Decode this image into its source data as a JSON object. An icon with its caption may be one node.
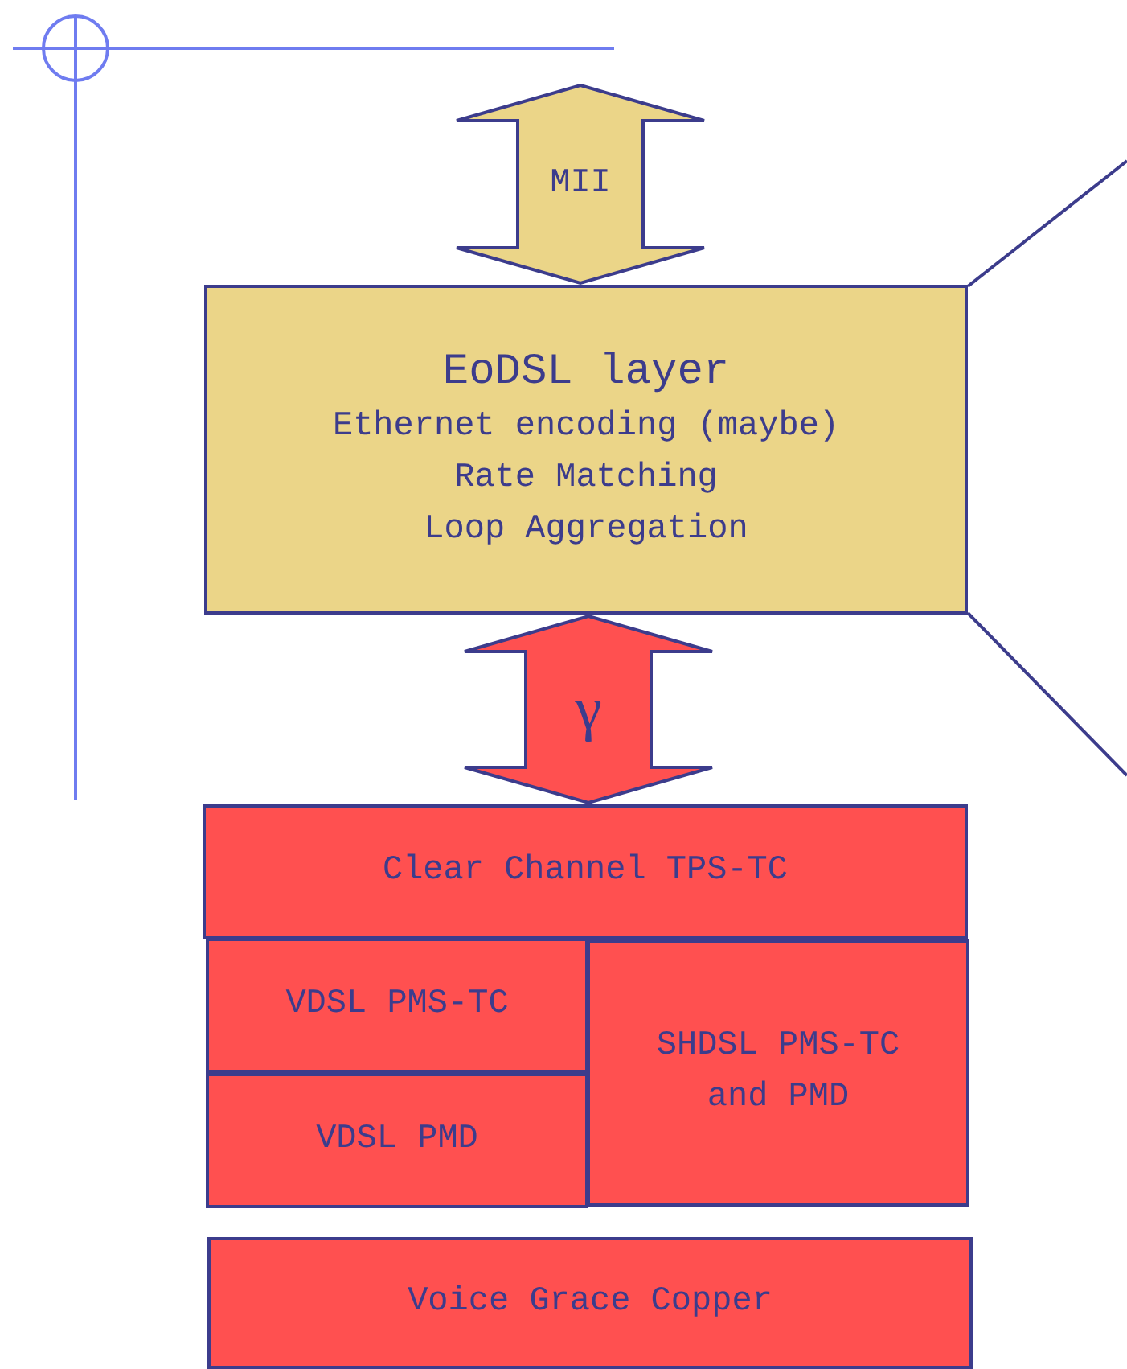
{
  "diagram": {
    "nodes": [
      {
        "text": [
          "EoDSL layer",
          "Ethernet encoding (maybe)",
          "Rate Matching",
          "Loop Aggregation"
        ]
      },
      {
        "text": [
          "Clear Channel TPS-TC"
        ]
      },
      {
        "text": [
          "VDSL PMS-TC"
        ]
      },
      {
        "text": [
          "VDSL PMD"
        ]
      },
      {
        "text": [
          "SHDSL PMS-TC and PMD"
        ]
      },
      {
        "text": [
          "Voice Grace Copper"
        ]
      }
    ],
    "edges": [
      {
        "from": null,
        "to": 0,
        "arrow": "both",
        "label": "MII"
      },
      {
        "from": 0,
        "to": 1,
        "arrow": "both",
        "label": "γ"
      },
      {
        "from": 0,
        "to": null,
        "arrow": "none"
      },
      {
        "from": 0,
        "to": null,
        "arrow": "none"
      }
    ]
  }
}
